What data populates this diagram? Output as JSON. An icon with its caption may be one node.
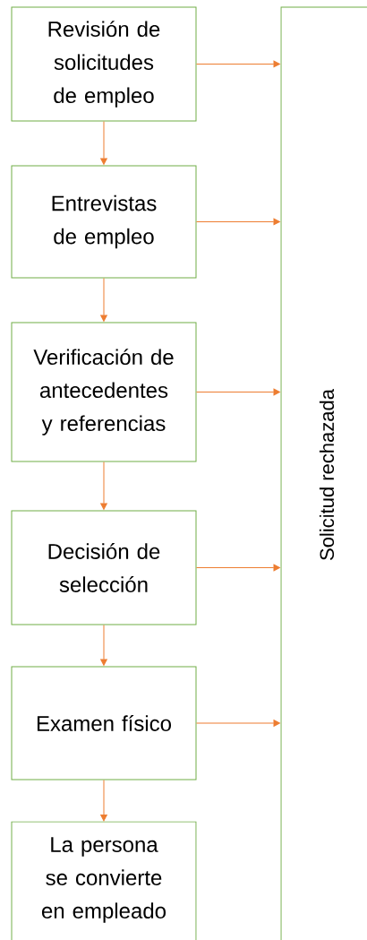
{
  "diagram": {
    "nodes": [
      {
        "text": [
          "Revisión de solicitudes de empleo"
        ]
      },
      {
        "text": [
          "Entrevistas de empleo"
        ]
      },
      {
        "text": [
          "Verificación de antecedentes y referencias"
        ]
      },
      {
        "text": [
          "Decisión de selección"
        ]
      },
      {
        "text": [
          "Examen físico"
        ]
      },
      {
        "text": [
          "La persona se convierte en empleado"
        ]
      },
      {
        "text": [
          "Solicitud rechazada"
        ]
      }
    ],
    "edges": [
      {
        "from": 0,
        "to": 1,
        "arrow": "to"
      },
      {
        "from": 1,
        "to": 2,
        "arrow": "to"
      },
      {
        "from": 2,
        "to": 3,
        "arrow": "to"
      },
      {
        "from": 3,
        "to": 4,
        "arrow": "to"
      },
      {
        "from": 4,
        "to": 5,
        "arrow": "to"
      },
      {
        "from": 0,
        "to": 6,
        "arrow": "to"
      },
      {
        "from": 1,
        "to": 6,
        "arrow": "to"
      },
      {
        "from": 2,
        "to": 6,
        "arrow": "to"
      },
      {
        "from": 3,
        "to": 6,
        "arrow": "to"
      },
      {
        "from": 4,
        "to": 6,
        "arrow": "to"
      }
    ]
  }
}
